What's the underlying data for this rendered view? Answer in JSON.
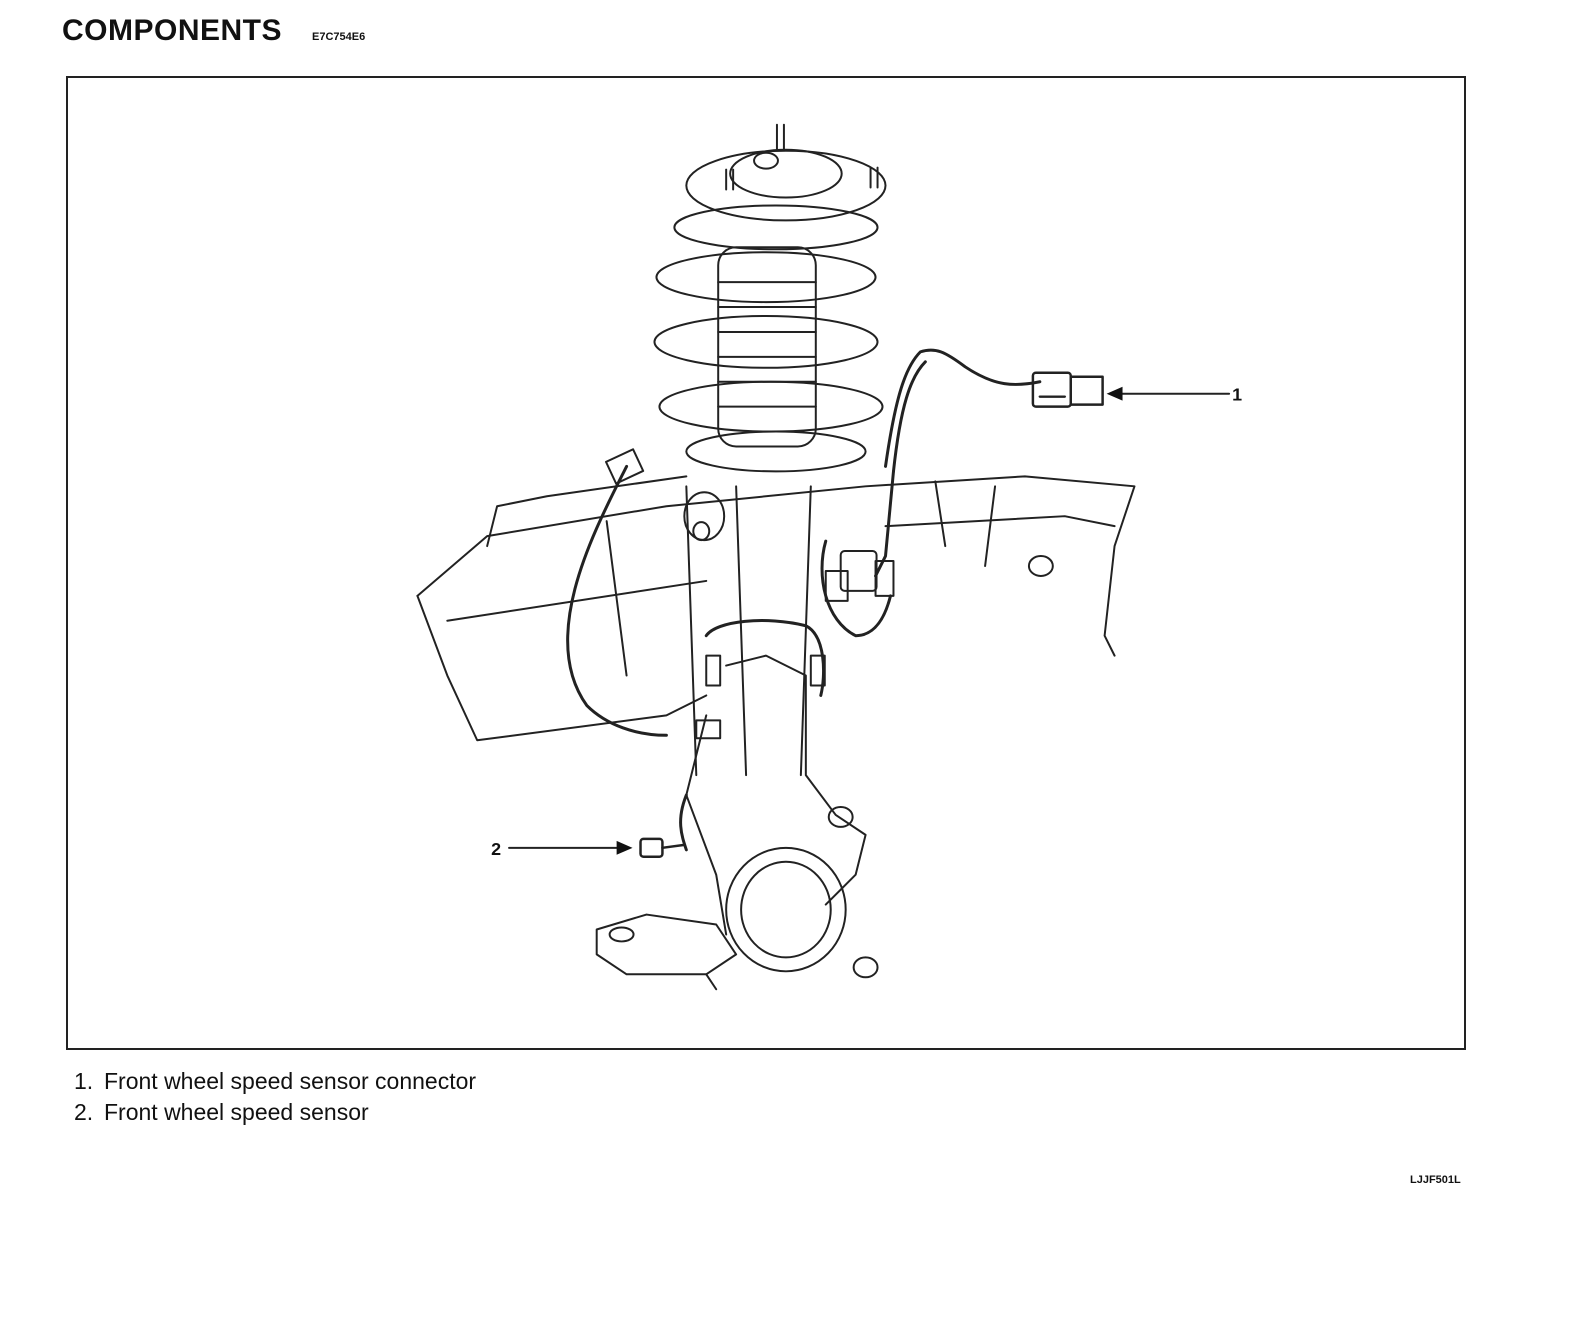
{
  "header": {
    "title": "COMPONENTS",
    "doc_code": "E7C754E6"
  },
  "figure": {
    "callouts": [
      {
        "number": "1",
        "target": "front-wheel-speed-sensor-connector"
      },
      {
        "number": "2",
        "target": "front-wheel-speed-sensor"
      }
    ],
    "figure_code": "LJJF501L"
  },
  "legend": {
    "items": [
      {
        "number": "1.",
        "label": "Front wheel speed sensor connector"
      },
      {
        "number": "2.",
        "label": "Front wheel speed sensor"
      }
    ]
  }
}
